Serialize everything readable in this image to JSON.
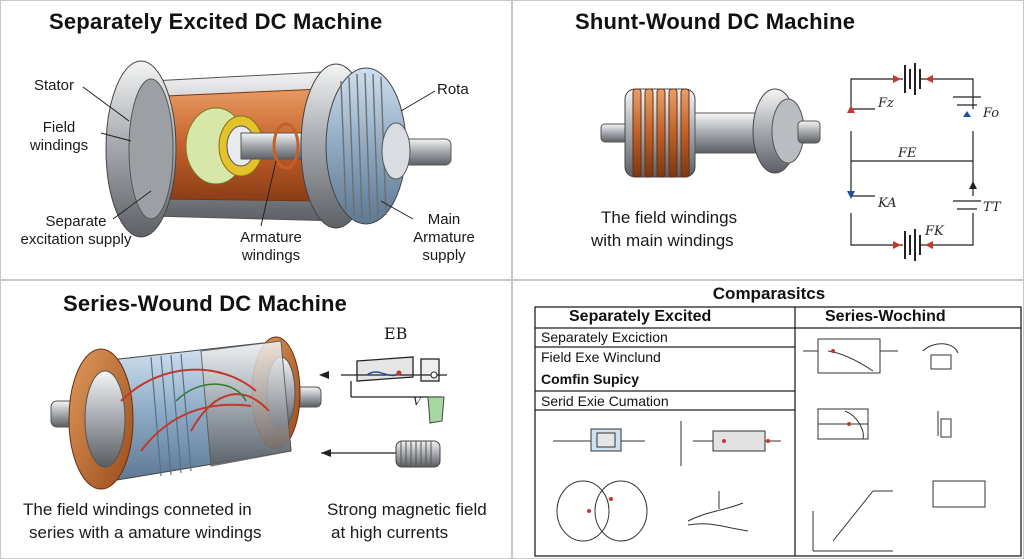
{
  "panels": {
    "separately_excited": {
      "title": "Separately Excited DC Machine",
      "labels": {
        "stator": "Stator",
        "field_windings_1": "Field",
        "field_windings_2": "windings",
        "rota": "Rota",
        "separate_1": "Separate",
        "separate_2": "excitation supply",
        "armature_1": "Armature",
        "armature_2": "windings",
        "main_1": "Main",
        "main_2": "Armature",
        "main_3": "supply"
      }
    },
    "shunt_wound": {
      "title": "Shunt-Wound DC Machine",
      "caption_1": "The field windings",
      "caption_2": "with main windings",
      "symbols": {
        "fz": "Fz",
        "fo": "Fo",
        "fe": "FE",
        "ka": "KA",
        "tt": "TT",
        "fk": "FK"
      }
    },
    "series_wound": {
      "title": "Series-Wound DC Machine",
      "eb": "EB",
      "v": "V",
      "caption_left_1": "The field windings conneted in",
      "caption_left_2": "series with a amature windings",
      "caption_right_1": "Strong magnetic field",
      "caption_right_2": "at high currents"
    },
    "comparison": {
      "title": "Comparasitcs",
      "col1_header": "Separately Excited",
      "col2_header": "Series-Wochind",
      "rows": [
        "Separately Exciction",
        "Field Exe Winclund",
        "Comfin Supicy",
        "Serid Exie Cumation"
      ]
    }
  }
}
